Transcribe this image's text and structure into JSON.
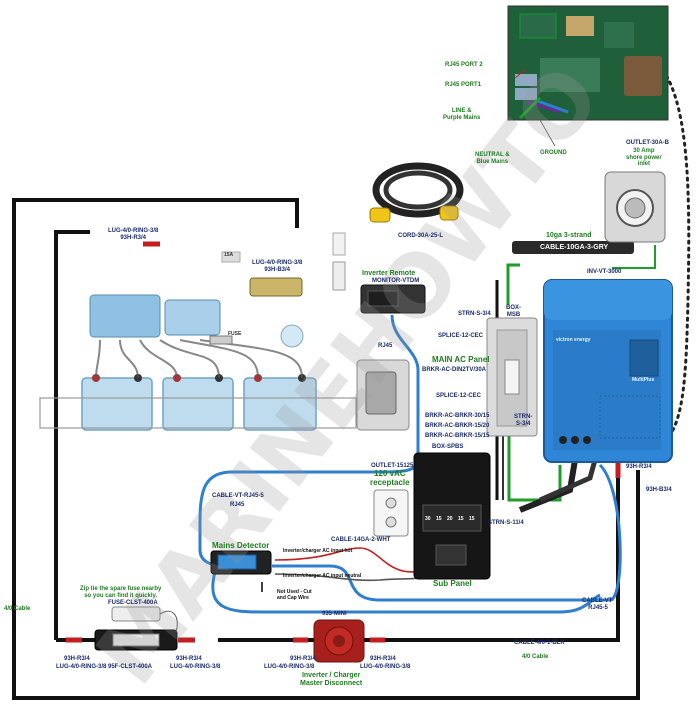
{
  "labels": {
    "rj45_port2": "RJ45 PORT 2",
    "rj45_port1": "RJ45 PORT1",
    "line_purple": "LINE &\nPurple Mains",
    "ground": "GROUND",
    "neutral_blue": "NEUTRAL &\nBlue Mains",
    "outlet_30a_code": "OUTLET-30A-B",
    "outlet_30a_desc": "30 Amp\nshore power\ninlet",
    "cord_30a": "CORD-30A-25-L",
    "strand_10ga": "10ga 3-strand",
    "cable_10ga": "CABLE-10GA-3-GRY",
    "inv_code": "INV-VT-3000",
    "lug_top": "LUG-4/0-RING-3/8\n93H-R3/4",
    "lug_mid": "LUG-4/0-RING-3/8\n93H-B3/4",
    "inv_remote": "Inverter Remote",
    "monitor_code": "MONITOR-VTDM",
    "rj45_a": "RJ45",
    "strn_top": "STRN-S-3/4",
    "box_msb": "BOX-\nMSB",
    "splice_top": "SPLICE-12-CEC",
    "main_ac_panel": "MAIN AC Panel",
    "brkr_main": "BRKR-AC-DIN2TV/30A",
    "splice_bottom": "SPLICE-12-CEC",
    "strn_right": "STRN-\nS-3/4",
    "brkr_30": "BRKR-AC-BRKR-30/15",
    "brkr_20": "BRKR-AC-BRKR-15/20",
    "brkr_15": "BRKR-AC-BRKR-15/15",
    "box_spbs": "BOX-SPBS",
    "outlet_code": "OUTLET-15125",
    "outlet_desc": "120 vAC\nreceptacle",
    "cable_vt_left": "CABLE-VT-RJ45-5",
    "rj45_b": "RJ45",
    "mains_detector": "Mains Detector",
    "cable_14ga": "CABLE-14GA-2-WHT",
    "inv_hot": "Inverter/charger AC input hot",
    "inv_neutral": "Inverter/charger AC input neutral",
    "not_used": "Not Used - Cut\nand Cap Wire",
    "sub_panel": "Sub Panel",
    "strn_bottom": "STRN-S-11/4",
    "r_93h_r": "93H-R3/4",
    "r_93h_b": "93H-B3/4",
    "cable_vt_right": "CABLE-VT-\nRJ45-5",
    "zip_note": "Zip tie the spare fuse nearby\nso you can find it quickly.",
    "fuse_code": "FUSE-CLST-400A",
    "cable_40": "4/0 Cable",
    "disc_code": "935-MINI",
    "bl_93h": "93H-R3/4",
    "bl_lug": "LUG-4/0-RING-3/8",
    "fuseholder": "95F-CLST-400A",
    "bm_93h": "93H-R3/4",
    "bm_lug": "LUG-4/0-RING-3/8",
    "d_l_93h": "93H-R3/4",
    "d_l_lug": "LUG-4/0-RING-3/8",
    "d_r_93h": "93H-R3/4",
    "d_r_lug": "LUG-4/0-RING-3/8",
    "cable_blk": "CABLE-4/0-1-BLK",
    "cable_40_b": "4/0 Cable",
    "disconnect_desc": "Inverter / Charger\nMaster Disconnect",
    "watermark": "MARINEHOWTO",
    "fuse_tag": "FUSE",
    "inv_brand": "victron energy",
    "inv_model": "MultiPlus",
    "brk_vals": [
      "30",
      "15",
      "20",
      "15",
      "15"
    ],
    "top_fuse_tag": "15A"
  },
  "colors": {
    "positive": "#c41e1e",
    "negative": "#111111",
    "signal": "#2f7fd0",
    "ground_wire": "#1f9d28",
    "ac_white": "#dcdcdc",
    "inverter_blue": "#2f86d6",
    "panel_black": "#161616",
    "label_blue": "#1a2a6c",
    "label_green": "#1e7d1e"
  }
}
